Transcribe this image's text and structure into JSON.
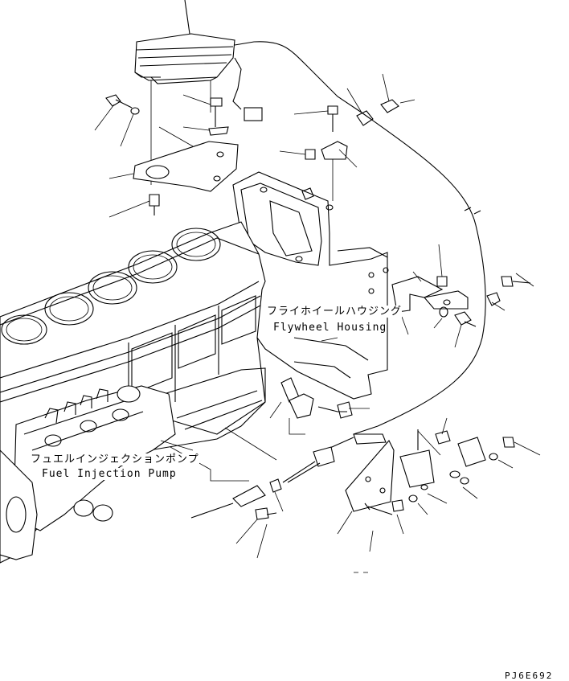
{
  "labels": {
    "flywheel_jp": "フライホイールハウジング",
    "flywheel_en": "Flywheel Housing",
    "pump_jp": "フュエルインジェクションポンプ",
    "pump_en": "Fuel Injection Pump"
  },
  "drawing_code": "PJ6E692",
  "icons": {
    "diagram": "exploded-parts-drawing"
  }
}
